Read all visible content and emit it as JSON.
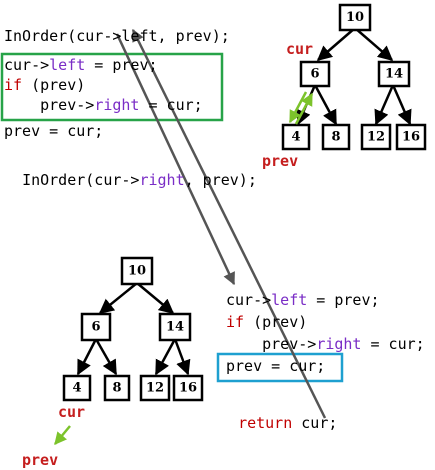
{
  "code_left": {
    "line1": "InOrder(cur->left, prev);",
    "block": [
      {
        "parts": [
          [
            "cur->",
            ""
          ],
          [
            "left",
            "m"
          ],
          [
            " = prev;",
            ""
          ]
        ]
      },
      {
        "parts": [
          [
            "if",
            "r"
          ],
          [
            " (prev)",
            ""
          ]
        ]
      },
      {
        "parts": [
          [
            "    prev->",
            ""
          ],
          [
            "right",
            "m"
          ],
          [
            " = cur;",
            ""
          ]
        ]
      }
    ],
    "line5": "prev = cur;",
    "line6a": "InOrder(cur->",
    "line6b": "right",
    "line6c": ", prev);"
  },
  "code_right": {
    "lines": [
      [
        [
          "cur->",
          ""
        ],
        [
          "left",
          "m"
        ],
        [
          " = prev;",
          ""
        ]
      ],
      [
        [
          "if",
          "r"
        ],
        [
          " (prev)",
          ""
        ]
      ],
      [
        [
          "    prev->",
          ""
        ],
        [
          "right",
          "m"
        ],
        [
          " = cur;",
          ""
        ]
      ]
    ],
    "boxed": "prev = cur;",
    "ret_kw": "return",
    "ret_rest": " cur;"
  },
  "labels": {
    "cur_top": "cur",
    "prev_top": "prev",
    "cur_bottom": "cur",
    "prev_bottom": "prev"
  },
  "tree_top": {
    "root": "10",
    "left": "6",
    "right": "14",
    "leaves": [
      "4",
      "8",
      "12",
      "16"
    ]
  },
  "tree_bottom": {
    "root": "10",
    "left": "6",
    "right": "14",
    "leaves": [
      "4",
      "8",
      "12",
      "16"
    ]
  },
  "colors": {
    "green_box": "#27a348",
    "blue_box": "#1ea0d0",
    "purple": "#7a2dc6",
    "red": "#c51e1e",
    "green_arrow": "#7cc32b",
    "flow_arrow": "#555555"
  }
}
